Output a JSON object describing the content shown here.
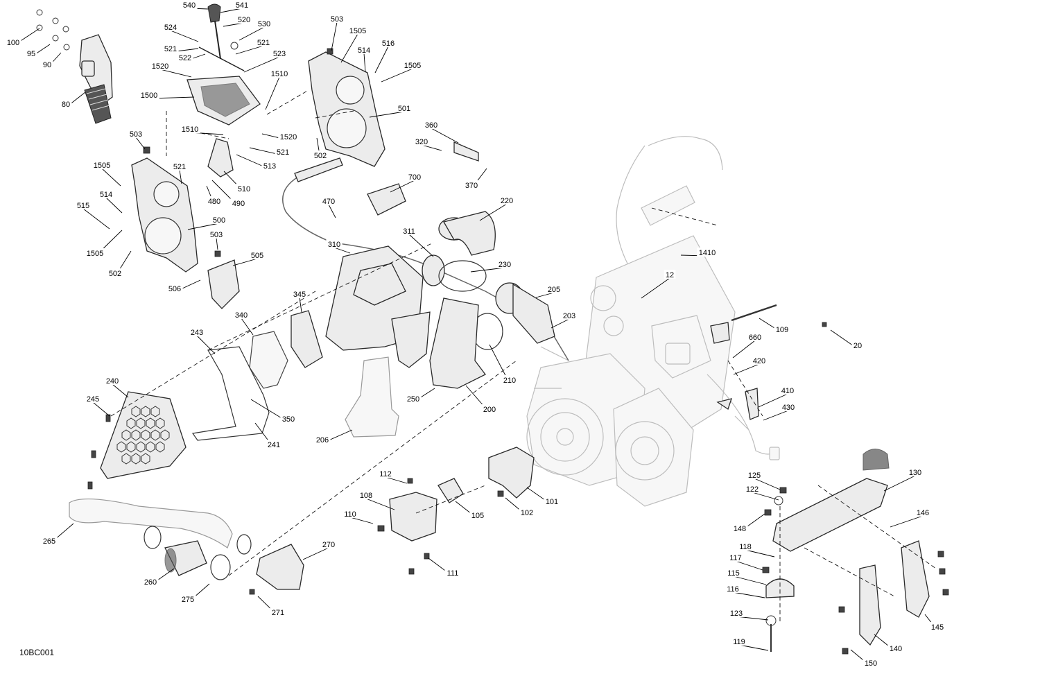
{
  "diagram": {
    "reference": "10BC001",
    "parts": [
      {
        "n": "540",
        "p": [
          [
            273,
            9
          ],
          [
            300,
            13
          ]
        ]
      },
      {
        "n": "541",
        "p": [
          [
            349,
            9
          ],
          [
            318,
            18
          ]
        ]
      },
      {
        "n": "520",
        "p": [
          [
            352,
            30
          ],
          [
            322,
            38
          ]
        ]
      },
      {
        "n": "530",
        "p": [
          [
            381,
            36
          ],
          [
            345,
            58
          ]
        ]
      },
      {
        "n": "524",
        "p": [
          [
            246,
            41
          ],
          [
            286,
            60
          ]
        ]
      },
      {
        "n": "521",
        "p": [
          [
            246,
            72
          ],
          [
            286,
            70
          ]
        ]
      },
      {
        "n": "521",
        "p": [
          [
            380,
            63
          ],
          [
            340,
            78
          ]
        ]
      },
      {
        "n": "522",
        "p": [
          [
            267,
            85
          ],
          [
            296,
            78
          ]
        ]
      },
      {
        "n": "523",
        "p": [
          [
            403,
            79
          ],
          [
            352,
            104
          ]
        ]
      },
      {
        "n": "100",
        "p": [
          [
            19,
            63
          ],
          [
            57,
            41
          ]
        ]
      },
      {
        "n": "95",
        "p": [
          [
            45,
            79
          ],
          [
            72,
            64
          ]
        ]
      },
      {
        "n": "90",
        "p": [
          [
            68,
            95
          ],
          [
            88,
            76
          ]
        ]
      },
      {
        "n": "80",
        "p": [
          [
            95,
            152
          ],
          [
            123,
            133
          ]
        ]
      },
      {
        "n": "1520",
        "p": [
          [
            231,
            97
          ],
          [
            276,
            111
          ]
        ]
      },
      {
        "n": "1510",
        "p": [
          [
            403,
            108
          ],
          [
            383,
            158
          ]
        ]
      },
      {
        "n": "1500",
        "p": [
          [
            215,
            139
          ],
          [
            280,
            140
          ]
        ]
      },
      {
        "n": "1510",
        "p": [
          [
            274,
            188
          ],
          [
            322,
            194
          ]
        ]
      },
      {
        "n": "1520",
        "p": [
          [
            416,
            199
          ],
          [
            378,
            193
          ]
        ]
      },
      {
        "n": "503",
        "p": [
          [
            486,
            29
          ],
          [
            478,
            73
          ]
        ]
      },
      {
        "n": "1505",
        "p": [
          [
            516,
            46
          ],
          [
            492,
            90
          ]
        ]
      },
      {
        "n": "514",
        "p": [
          [
            525,
            74
          ],
          [
            527,
            104
          ]
        ]
      },
      {
        "n": "516",
        "p": [
          [
            560,
            64
          ],
          [
            541,
            105
          ]
        ]
      },
      {
        "n": "1505",
        "p": [
          [
            595,
            96
          ],
          [
            550,
            118
          ]
        ]
      },
      {
        "n": "501",
        "p": [
          [
            583,
            158
          ],
          [
            533,
            169
          ]
        ]
      },
      {
        "n": "502",
        "p": [
          [
            462,
            226
          ],
          [
            457,
            199
          ]
        ]
      },
      {
        "n": "521",
        "p": [
          [
            408,
            221
          ],
          [
            360,
            213
          ]
        ]
      },
      {
        "n": "513",
        "p": [
          [
            389,
            241
          ],
          [
            341,
            223
          ]
        ]
      },
      {
        "n": "503",
        "p": [
          [
            196,
            195
          ],
          [
            209,
            215
          ]
        ]
      },
      {
        "n": "521",
        "p": [
          [
            259,
            242
          ],
          [
            262,
            265
          ]
        ]
      },
      {
        "n": "1505",
        "p": [
          [
            147,
            240
          ],
          [
            174,
            268
          ]
        ]
      },
      {
        "n": "514",
        "p": [
          [
            153,
            282
          ],
          [
            176,
            307
          ]
        ]
      },
      {
        "n": "515",
        "p": [
          [
            120,
            298
          ],
          [
            158,
            330
          ]
        ]
      },
      {
        "n": "510",
        "p": [
          [
            352,
            274
          ],
          [
            323,
            247
          ]
        ]
      },
      {
        "n": "480",
        "p": [
          [
            309,
            292
          ],
          [
            298,
            268
          ]
        ]
      },
      {
        "n": "490",
        "p": [
          [
            344,
            295
          ],
          [
            306,
            260
          ]
        ]
      },
      {
        "n": "500",
        "p": [
          [
            316,
            319
          ],
          [
            271,
            331
          ]
        ]
      },
      {
        "n": "1505",
        "p": [
          [
            137,
            367
          ],
          [
            176,
            332
          ]
        ]
      },
      {
        "n": "503",
        "p": [
          [
            312,
            340
          ],
          [
            314,
            360
          ]
        ]
      },
      {
        "n": "505",
        "p": [
          [
            371,
            370
          ],
          [
            336,
            383
          ]
        ]
      },
      {
        "n": "502",
        "p": [
          [
            166,
            396
          ],
          [
            189,
            362
          ]
        ]
      },
      {
        "n": "506",
        "p": [
          [
            252,
            418
          ],
          [
            289,
            404
          ]
        ]
      },
      {
        "n": "360",
        "p": [
          [
            622,
            182
          ],
          [
            661,
            206
          ]
        ]
      },
      {
        "n": "320",
        "p": [
          [
            608,
            206
          ],
          [
            637,
            217
          ]
        ]
      },
      {
        "n": "370",
        "p": [
          [
            680,
            269
          ],
          [
            702,
            243
          ]
        ]
      },
      {
        "n": "700",
        "p": [
          [
            598,
            257
          ],
          [
            563,
            277
          ]
        ]
      },
      {
        "n": "220",
        "p": [
          [
            731,
            291
          ],
          [
            692,
            318
          ]
        ]
      },
      {
        "n": "470",
        "p": [
          [
            474,
            292
          ],
          [
            484,
            314
          ]
        ]
      },
      {
        "n": "311",
        "p": [
          [
            590,
            335
          ],
          [
            625,
            370
          ]
        ]
      },
      {
        "n": "310",
        "p": [
          [
            482,
            354
          ],
          [
            505,
            365
          ]
        ]
      },
      {
        "n": "230",
        "p": [
          [
            728,
            383
          ],
          [
            679,
            392
          ]
        ]
      },
      {
        "n": "1410",
        "p": [
          [
            1020,
            366
          ],
          [
            982,
            368
          ]
        ]
      },
      {
        "n": "12",
        "p": [
          [
            966,
            398
          ],
          [
            925,
            430
          ]
        ]
      },
      {
        "n": "205",
        "p": [
          [
            799,
            419
          ],
          [
            773,
            429
          ]
        ]
      },
      {
        "n": "345",
        "p": [
          [
            432,
            426
          ],
          [
            435,
            450
          ]
        ]
      },
      {
        "n": "203",
        "p": [
          [
            821,
            457
          ],
          [
            795,
            473
          ]
        ]
      },
      {
        "n": "109",
        "p": [
          [
            1128,
            477
          ],
          [
            1095,
            459
          ]
        ]
      },
      {
        "n": "20",
        "p": [
          [
            1237,
            500
          ],
          [
            1198,
            476
          ]
        ]
      },
      {
        "n": "340",
        "p": [
          [
            348,
            456
          ],
          [
            365,
            483
          ]
        ]
      },
      {
        "n": "243",
        "p": [
          [
            284,
            481
          ],
          [
            310,
            510
          ]
        ]
      },
      {
        "n": "660",
        "p": [
          [
            1089,
            488
          ],
          [
            1057,
            516
          ]
        ]
      },
      {
        "n": "420",
        "p": [
          [
            1095,
            522
          ],
          [
            1058,
            540
          ]
        ]
      },
      {
        "n": "210",
        "p": [
          [
            735,
            550
          ],
          [
            706,
            497
          ]
        ]
      },
      {
        "n": "240",
        "p": [
          [
            162,
            551
          ],
          [
            185,
            573
          ]
        ]
      },
      {
        "n": "250",
        "p": [
          [
            596,
            577
          ],
          [
            627,
            560
          ]
        ]
      },
      {
        "n": "410",
        "p": [
          [
            1136,
            565
          ],
          [
            1094,
            587
          ]
        ]
      },
      {
        "n": "245",
        "p": [
          [
            134,
            577
          ],
          [
            158,
            600
          ]
        ]
      },
      {
        "n": "200",
        "p": [
          [
            706,
            592
          ],
          [
            672,
            556
          ]
        ]
      },
      {
        "n": "430",
        "p": [
          [
            1137,
            589
          ],
          [
            1101,
            606
          ]
        ]
      },
      {
        "n": "350",
        "p": [
          [
            416,
            606
          ],
          [
            362,
            576
          ]
        ]
      },
      {
        "n": "241",
        "p": [
          [
            395,
            643
          ],
          [
            368,
            610
          ]
        ]
      },
      {
        "n": "206",
        "p": [
          [
            465,
            636
          ],
          [
            508,
            620
          ]
        ]
      },
      {
        "n": "125",
        "p": [
          [
            1088,
            687
          ],
          [
            1125,
            706
          ]
        ]
      },
      {
        "n": "130",
        "p": [
          [
            1320,
            683
          ],
          [
            1275,
            708
          ]
        ]
      },
      {
        "n": "112",
        "p": [
          [
            556,
            685
          ],
          [
            587,
            697
          ]
        ]
      },
      {
        "n": "122",
        "p": [
          [
            1085,
            707
          ],
          [
            1123,
            721
          ]
        ]
      },
      {
        "n": "108",
        "p": [
          [
            528,
            716
          ],
          [
            569,
            735
          ]
        ]
      },
      {
        "n": "101",
        "p": [
          [
            796,
            725
          ],
          [
            760,
            703
          ]
        ]
      },
      {
        "n": "146",
        "p": [
          [
            1331,
            741
          ],
          [
            1284,
            760
          ]
        ]
      },
      {
        "n": "105",
        "p": [
          [
            689,
            745
          ],
          [
            657,
            723
          ]
        ]
      },
      {
        "n": "102",
        "p": [
          [
            760,
            741
          ],
          [
            729,
            718
          ]
        ]
      },
      {
        "n": "110",
        "p": [
          [
            505,
            743
          ],
          [
            538,
            755
          ]
        ]
      },
      {
        "n": "148",
        "p": [
          [
            1067,
            764
          ],
          [
            1103,
            741
          ]
        ]
      },
      {
        "n": "118",
        "p": [
          [
            1075,
            790
          ],
          [
            1117,
            803
          ]
        ]
      },
      {
        "n": "265",
        "p": [
          [
            71,
            782
          ],
          [
            106,
            755
          ]
        ]
      },
      {
        "n": "270",
        "p": [
          [
            474,
            787
          ],
          [
            437,
            807
          ]
        ]
      },
      {
        "n": "117",
        "p": [
          [
            1061,
            806
          ],
          [
            1100,
            822
          ]
        ]
      },
      {
        "n": "111",
        "p": [
          [
            653,
            828
          ],
          [
            618,
            805
          ]
        ]
      },
      {
        "n": "115",
        "p": [
          [
            1058,
            828
          ],
          [
            1105,
            843
          ]
        ]
      },
      {
        "n": "260",
        "p": [
          [
            217,
            841
          ],
          [
            251,
            820
          ]
        ]
      },
      {
        "n": "116",
        "p": [
          [
            1057,
            851
          ],
          [
            1103,
            862
          ]
        ]
      },
      {
        "n": "275",
        "p": [
          [
            271,
            866
          ],
          [
            302,
            842
          ]
        ]
      },
      {
        "n": "271",
        "p": [
          [
            401,
            885
          ],
          [
            372,
            860
          ]
        ]
      },
      {
        "n": "145",
        "p": [
          [
            1352,
            906
          ],
          [
            1334,
            886
          ]
        ]
      },
      {
        "n": "123",
        "p": [
          [
            1062,
            886
          ],
          [
            1108,
            894
          ]
        ]
      },
      {
        "n": "140",
        "p": [
          [
            1292,
            937
          ],
          [
            1261,
            915
          ]
        ]
      },
      {
        "n": "119",
        "p": [
          [
            1066,
            927
          ],
          [
            1108,
            938
          ]
        ]
      },
      {
        "n": "150",
        "p": [
          [
            1256,
            958
          ],
          [
            1227,
            937
          ]
        ]
      }
    ]
  }
}
